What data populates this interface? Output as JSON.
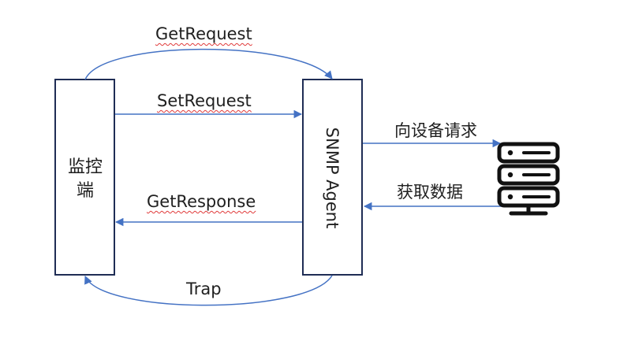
{
  "diagram": {
    "monitor_label": "监控端",
    "agent_label": "SNMP Agent",
    "messages": {
      "get_request": "GetRequest",
      "set_request": "SetRequest",
      "get_response": "GetResponse",
      "trap": "Trap"
    },
    "device_links": {
      "request": "向设备请求",
      "fetch": "获取数据"
    },
    "device_icon": "server-icon",
    "colors": {
      "arrow": "#4472c4",
      "box_border": "#1f2d55",
      "text": "#1f1f1f",
      "spellcheck": "#e03a3a",
      "server": "#111111"
    }
  }
}
